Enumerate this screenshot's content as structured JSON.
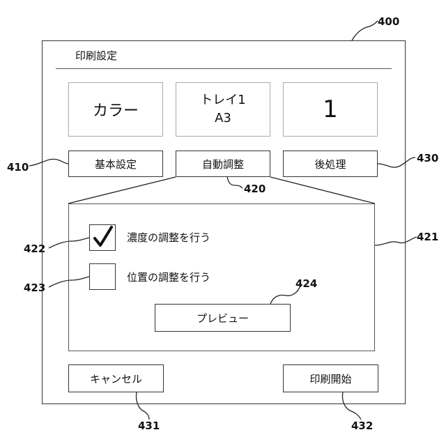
{
  "figure": {
    "reference_numbers": {
      "screen": "400",
      "basic_tab": "410",
      "auto_adjust_tab": "420",
      "adjust_panel": "421",
      "density_checkbox": "422",
      "position_checkbox": "423",
      "preview_button": "424",
      "post_process_tab": "430",
      "cancel_button": "431",
      "start_button": "432"
    }
  },
  "screen": {
    "title": "印刷設定",
    "summary": {
      "color_mode": "カラー",
      "tray": "トレイ1",
      "paper_size": "A3",
      "copies": "1"
    },
    "tabs": {
      "basic": "基本設定",
      "auto_adjust": "自動調整",
      "post_process": "後処理"
    },
    "panel": {
      "density_label": "濃度の調整を行う",
      "density_checked": true,
      "density_check_glyph": "✓",
      "position_label": "位置の調整を行う",
      "position_checked": false,
      "preview_label": "プレビュー"
    },
    "actions": {
      "cancel_label": "キャンセル",
      "start_label": "印刷開始"
    }
  }
}
